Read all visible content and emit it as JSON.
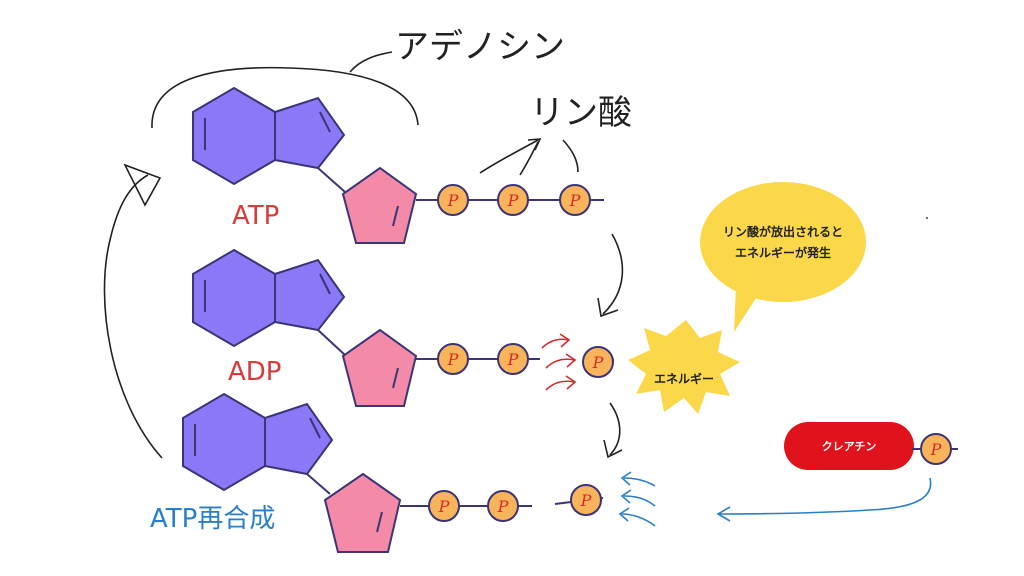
{
  "labels": {
    "adenosine": "アデノシン",
    "phosphate": "リン酸",
    "atp": "ATP",
    "adp": "ADP",
    "resynthesis": "ATP再合成",
    "energy": "エネルギー",
    "bubble_line1": "リン酸が放出されると",
    "bubble_line2": "エネルギーが発生",
    "creatine": "クレアチン",
    "phosphate_symbol": "P"
  },
  "colors": {
    "base": "#8a79f6",
    "sugar": "#f38aa8",
    "phosphate": "#f8b45a",
    "outline": "#3b3577",
    "energy_burst": "#fbd84a",
    "bubble": "#fbd84a",
    "creatine_pill": "#e0121b",
    "red_arrows": "#d62a2a",
    "blue_arrows": "#2a7fc9"
  }
}
